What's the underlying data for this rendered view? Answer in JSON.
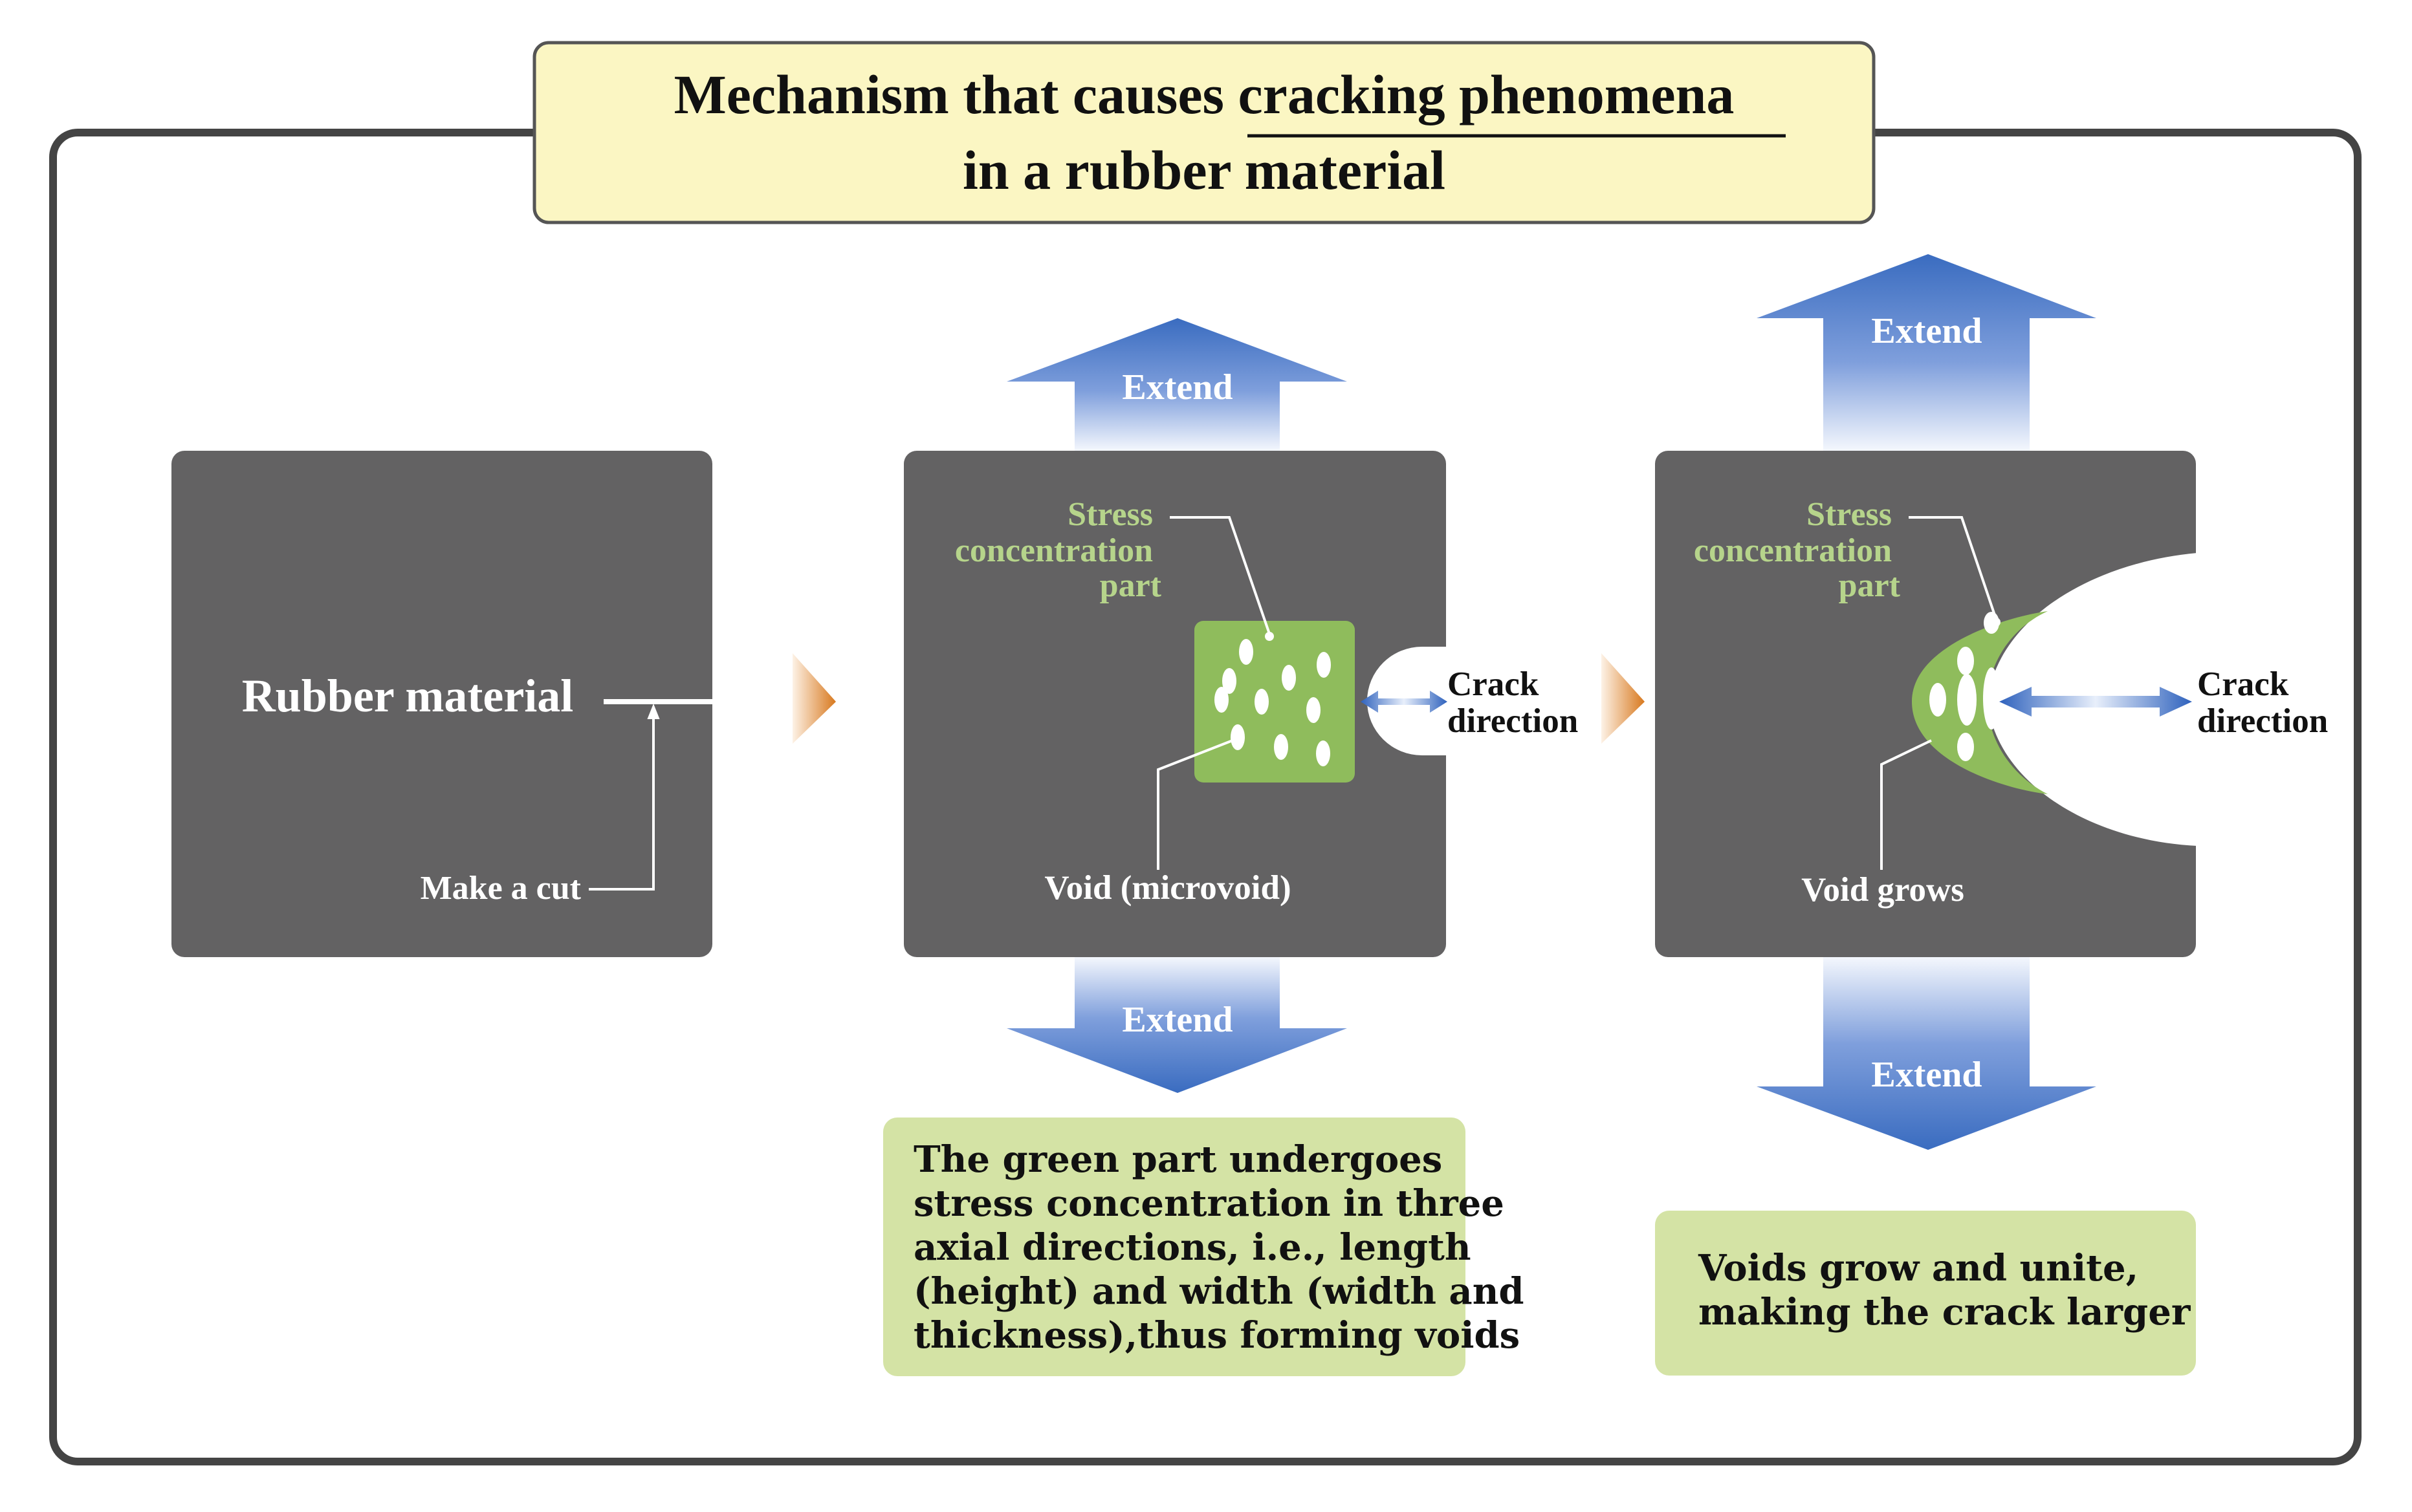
{
  "title": {
    "line1_plain": "Mechanism that causes ",
    "line1_emphasis": "cracking phenomena",
    "line2": "in a rubber material"
  },
  "panel1": {
    "label": "Rubber material",
    "cut_label": "Make a cut"
  },
  "panel2": {
    "extend_top": "Extend",
    "extend_bottom": "Extend",
    "stress_label": [
      "Stress",
      "concentration",
      "part"
    ],
    "void_label": "Void (microvoid)",
    "crack_label": [
      "Crack",
      "direction"
    ],
    "note": [
      "The green part undergoes",
      "stress concentration in three",
      "axial directions, i.e., length",
      "(height) and width (width and",
      "thickness),thus forming voids"
    ]
  },
  "panel3": {
    "extend_top": "Extend",
    "extend_bottom": "Extend",
    "stress_label": [
      "Stress",
      "concentration",
      "part"
    ],
    "void_label": "Void grows",
    "crack_label": [
      "Crack",
      "direction"
    ],
    "note": [
      "Voids grow and unite,",
      "making the crack larger"
    ]
  },
  "colors": {
    "panel_gray": "#636263",
    "frame": "#444444",
    "title_bg": "#fbf6c3",
    "stress_green": "#8fbc5c",
    "label_green": "#b6d48b",
    "note_bg": "#d4e3a5",
    "arrow_blue": "#3b6fc2",
    "step_arrow_orange": "#e49a4c"
  }
}
